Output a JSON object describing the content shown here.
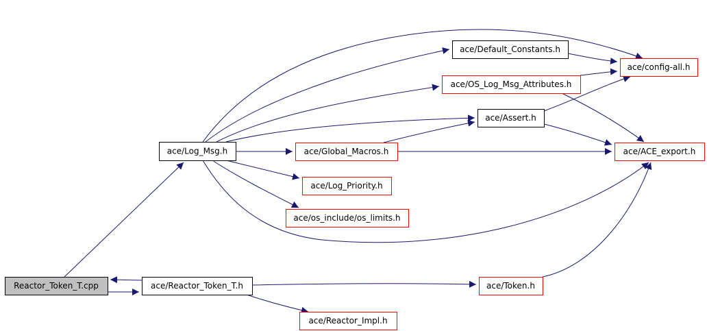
{
  "colors": {
    "edge": "#191970",
    "border_default": "#000000",
    "border_external": "#ff0000",
    "root_fill": "#bfbfbf",
    "node_fill": "#ffffff"
  },
  "nodes": [
    {
      "id": "reactor_token_t_cpp",
      "label": "Reactor_Token_T.cpp",
      "kind": "root"
    },
    {
      "id": "log_msg",
      "label": "ace/Log_Msg.h",
      "kind": "default"
    },
    {
      "id": "reactor_token_t_h",
      "label": "ace/Reactor_Token_T.h",
      "kind": "default"
    },
    {
      "id": "default_constants",
      "label": "ace/Default_Constants.h",
      "kind": "default"
    },
    {
      "id": "os_log_msg_attributes",
      "label": "ace/OS_Log_Msg_Attributes.h",
      "kind": "external"
    },
    {
      "id": "assert",
      "label": "ace/Assert.h",
      "kind": "default"
    },
    {
      "id": "global_macros",
      "label": "ace/Global_Macros.h",
      "kind": "external"
    },
    {
      "id": "log_priority",
      "label": "ace/Log_Priority.h",
      "kind": "external"
    },
    {
      "id": "os_limits",
      "label": "ace/os_include/os_limits.h",
      "kind": "external"
    },
    {
      "id": "config_all",
      "label": "ace/config-all.h",
      "kind": "external"
    },
    {
      "id": "ace_export",
      "label": "ace/ACE_export.h",
      "kind": "external"
    },
    {
      "id": "token",
      "label": "ace/Token.h",
      "kind": "external"
    },
    {
      "id": "reactor_impl",
      "label": "ace/Reactor_Impl.h",
      "kind": "external"
    }
  ],
  "edges": [
    {
      "from": "reactor_token_t_cpp",
      "to": "log_msg"
    },
    {
      "from": "reactor_token_t_cpp",
      "to": "reactor_token_t_h"
    },
    {
      "from": "reactor_token_t_h",
      "to": "reactor_token_t_cpp"
    },
    {
      "from": "log_msg",
      "to": "config_all"
    },
    {
      "from": "log_msg",
      "to": "default_constants"
    },
    {
      "from": "log_msg",
      "to": "os_log_msg_attributes"
    },
    {
      "from": "log_msg",
      "to": "assert"
    },
    {
      "from": "log_msg",
      "to": "global_macros"
    },
    {
      "from": "log_msg",
      "to": "log_priority"
    },
    {
      "from": "log_msg",
      "to": "os_limits"
    },
    {
      "from": "log_msg",
      "to": "ace_export"
    },
    {
      "from": "default_constants",
      "to": "config_all"
    },
    {
      "from": "os_log_msg_attributes",
      "to": "config_all"
    },
    {
      "from": "os_log_msg_attributes",
      "to": "ace_export"
    },
    {
      "from": "assert",
      "to": "config_all"
    },
    {
      "from": "assert",
      "to": "ace_export"
    },
    {
      "from": "global_macros",
      "to": "assert"
    },
    {
      "from": "global_macros",
      "to": "ace_export"
    },
    {
      "from": "reactor_token_t_h",
      "to": "token"
    },
    {
      "from": "reactor_token_t_h",
      "to": "reactor_impl"
    },
    {
      "from": "token",
      "to": "ace_export"
    }
  ]
}
